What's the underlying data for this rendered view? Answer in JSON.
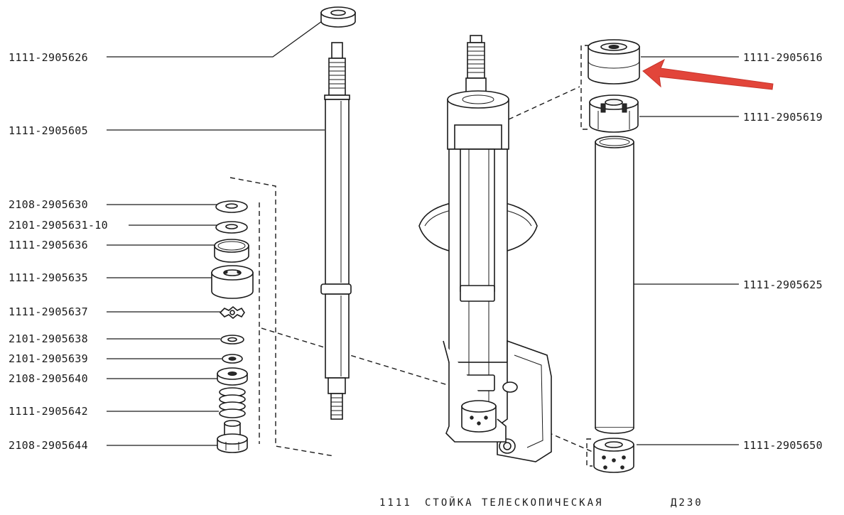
{
  "labels": {
    "left": [
      "1111-2905626",
      "1111-2905605",
      "2108-2905630",
      "2101-2905631-10",
      "1111-2905636",
      "1111-2905635",
      "1111-2905637",
      "2101-2905638",
      "2101-2905639",
      "2108-2905640",
      "1111-2905642",
      "2108-2905644"
    ],
    "right": [
      "1111-2905616",
      "1111-2905619",
      "1111-2905625",
      "1111-2905650"
    ]
  },
  "caption": {
    "model": "1111",
    "title": "СТОЙКА ТЕЛЕСКОПИЧЕСКАЯ",
    "code": "Д230"
  },
  "colors": {
    "ink": "#1a1a1a",
    "arrow": "#e2453a",
    "background": "#ffffff"
  }
}
